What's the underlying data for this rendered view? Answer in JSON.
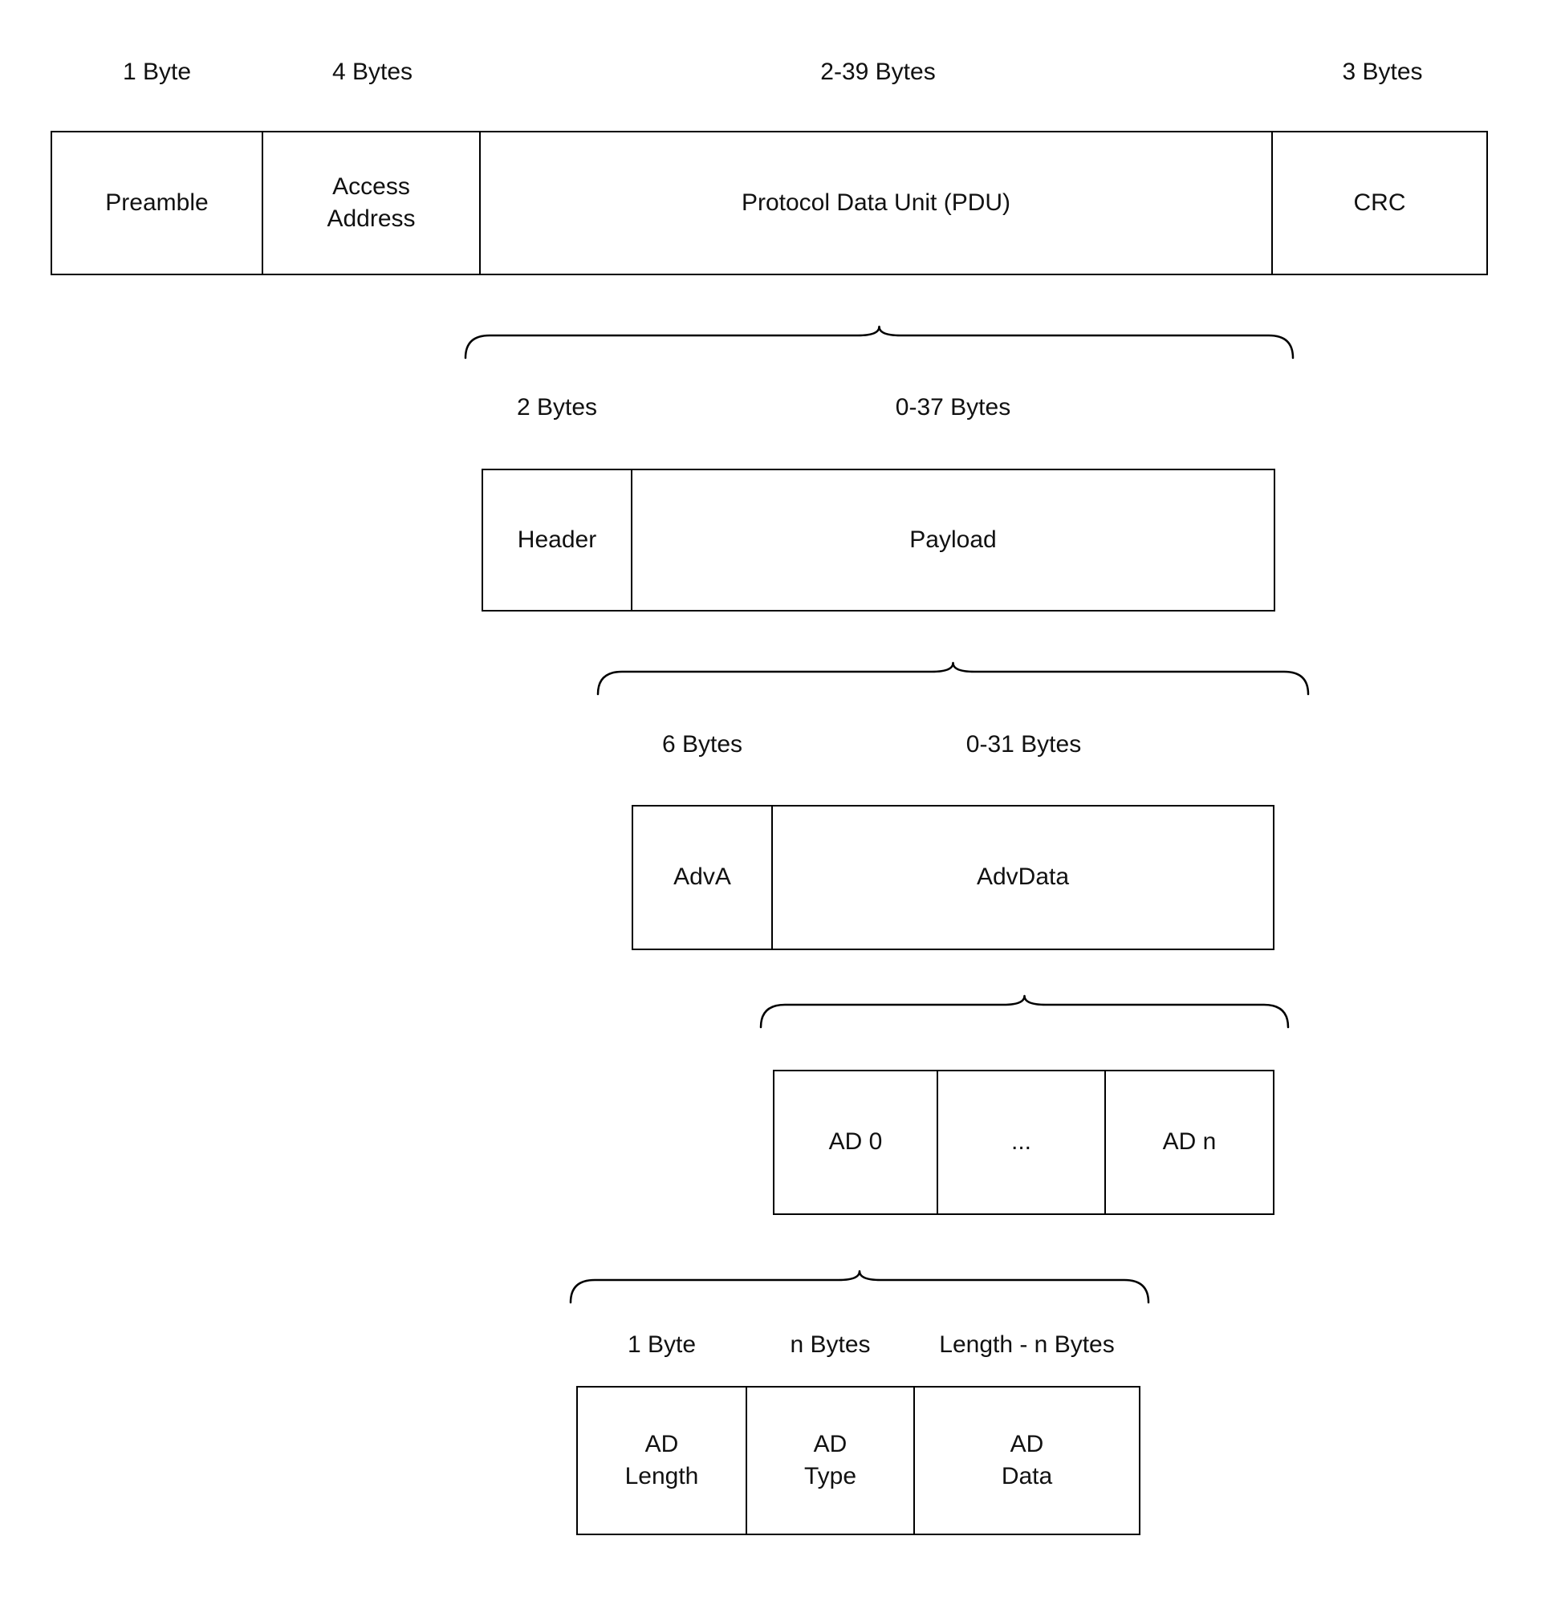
{
  "packet": {
    "labels": {
      "preamble_size": "1 Byte",
      "access_address_size": "4 Bytes",
      "pdu_size": "2-39 Bytes",
      "crc_size": "3 Bytes"
    },
    "boxes": {
      "preamble": "Preamble",
      "access_address": "Access\nAddress",
      "pdu": "Protocol Data Unit (PDU)",
      "crc": "CRC"
    }
  },
  "pdu": {
    "labels": {
      "header_size": "2 Bytes",
      "payload_size": "0-37 Bytes"
    },
    "boxes": {
      "header": "Header",
      "payload": "Payload"
    }
  },
  "payload": {
    "labels": {
      "adva_size": "6 Bytes",
      "advdata_size": "0-31 Bytes"
    },
    "boxes": {
      "adva": "AdvA",
      "advdata": "AdvData"
    }
  },
  "advdata": {
    "boxes": {
      "ad0": "AD 0",
      "ellipsis": "...",
      "adn": "AD n"
    }
  },
  "ad_structure": {
    "labels": {
      "ad_length_size": "1 Byte",
      "ad_type_size": "n Bytes",
      "ad_data_size": "Length - n Bytes"
    },
    "boxes": {
      "ad_length": "AD\nLength",
      "ad_type": "AD\nType",
      "ad_data": "AD\nData"
    }
  }
}
